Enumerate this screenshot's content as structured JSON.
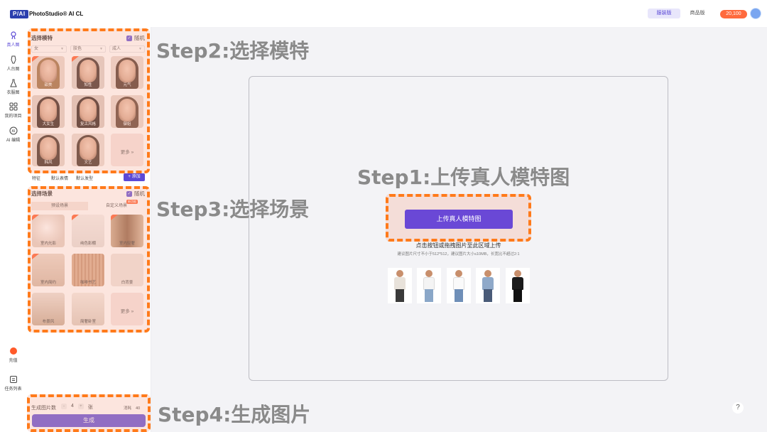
{
  "header": {
    "logo": "P/AI",
    "app_name": "PhotoStudio® AI CL",
    "tabs": [
      "服装版",
      "商品版"
    ],
    "points": "20,100"
  },
  "nav": {
    "items": [
      "真人图",
      "人台图",
      "衣服图",
      "我的项目",
      "AI 编辑"
    ],
    "recharge": "充值",
    "tasks": "任务列表"
  },
  "model_section": {
    "title": "选择模特",
    "random_label": "随机",
    "filters": [
      "女",
      "肤色",
      "成人"
    ],
    "models": [
      "甜美",
      "知性",
      "元气",
      "大女生",
      "复古风格",
      "御姐",
      "韩风",
      "文艺"
    ],
    "more": "更多",
    "features": [
      "特征",
      "默认表情",
      "默认发型"
    ],
    "add_label": "+ 添加"
  },
  "scene_section": {
    "title": "选择场景",
    "random_label": "随机",
    "tabs": [
      "预设场景",
      "自定义场景"
    ],
    "hot_badge": "新功能",
    "scenes": [
      "室内光影",
      "纯色影棚",
      "室内轻奢",
      "室内简约",
      "咖啡书艺",
      "白背景",
      "布景风",
      "简奢卧室"
    ],
    "more": "更多"
  },
  "generate": {
    "count_label": "生成图片数",
    "count_value": "4",
    "unit": "张",
    "cost_label": "消耗",
    "cost_value": "40",
    "button": "生成"
  },
  "upload": {
    "button": "上传真人模特图",
    "hint": "点击按钮或拖拽图片至此区域上传",
    "sub_hint": "建议图片尺寸不小于512*512，建议图片大小≤10MB，长宽比不超过2:1"
  },
  "steps": {
    "step1": "Step1:上传真人模特图",
    "step2": "Step2:选择模特",
    "step3": "Step3:选择场景",
    "step4": "Step4:生成图片"
  },
  "help": "?",
  "colors": {
    "accent": "#5b49d6",
    "highlight": "#ff7a1a",
    "points": "#ff6a3d"
  }
}
